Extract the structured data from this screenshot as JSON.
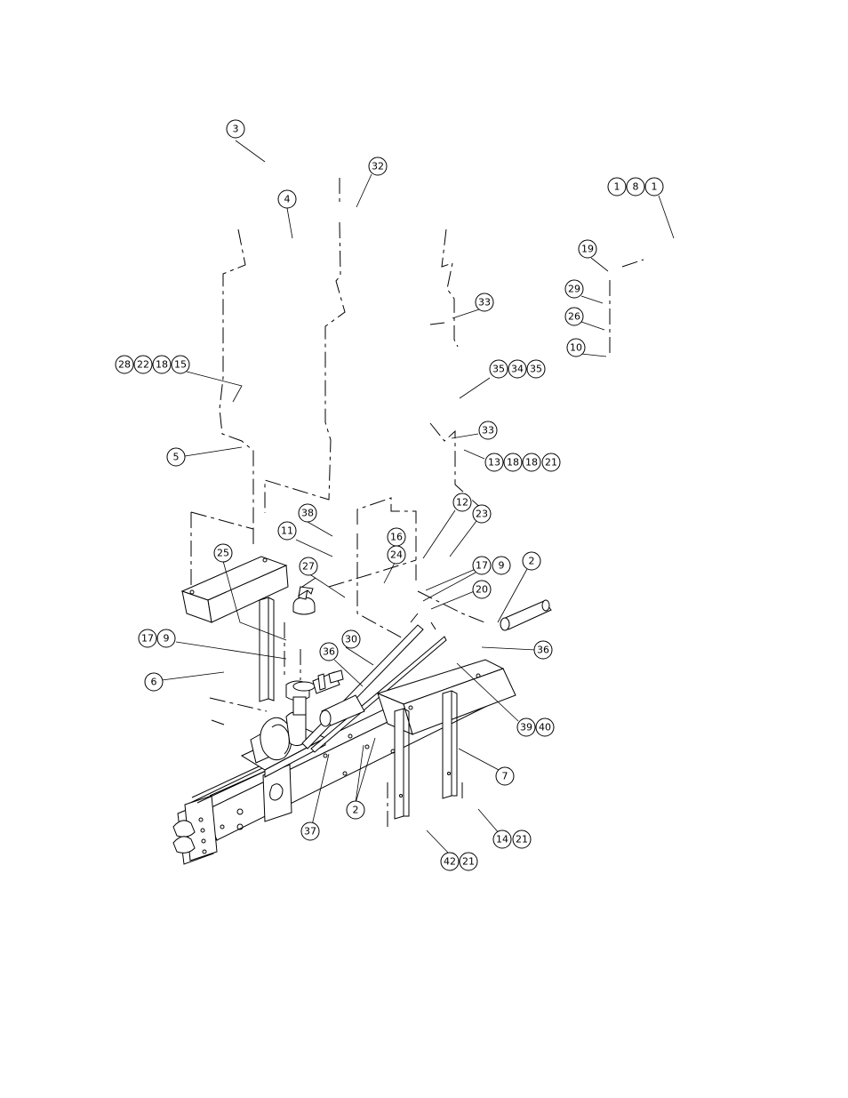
{
  "balloons": [
    {
      "id": "b-3",
      "label": "3"
    },
    {
      "id": "b-32",
      "label": "32"
    },
    {
      "id": "b-4",
      "label": "4"
    },
    {
      "id": "b-1a",
      "label": "1"
    },
    {
      "id": "b-8",
      "label": "8"
    },
    {
      "id": "b-1b",
      "label": "1"
    },
    {
      "id": "b-19",
      "label": "19"
    },
    {
      "id": "b-29",
      "label": "29"
    },
    {
      "id": "b-26",
      "label": "26"
    },
    {
      "id": "b-10",
      "label": "10"
    },
    {
      "id": "b-33a",
      "label": "33"
    },
    {
      "id": "b-28",
      "label": "28"
    },
    {
      "id": "b-22",
      "label": "22"
    },
    {
      "id": "b-18a",
      "label": "18"
    },
    {
      "id": "b-15",
      "label": "15"
    },
    {
      "id": "b-35a",
      "label": "35"
    },
    {
      "id": "b-34",
      "label": "34"
    },
    {
      "id": "b-35b",
      "label": "35"
    },
    {
      "id": "b-33b",
      "label": "33"
    },
    {
      "id": "b-5",
      "label": "5"
    },
    {
      "id": "b-13",
      "label": "13"
    },
    {
      "id": "b-18b",
      "label": "18"
    },
    {
      "id": "b-18c",
      "label": "18"
    },
    {
      "id": "b-21a",
      "label": "21"
    },
    {
      "id": "b-12",
      "label": "12"
    },
    {
      "id": "b-23",
      "label": "23"
    },
    {
      "id": "b-38",
      "label": "38"
    },
    {
      "id": "b-11",
      "label": "11"
    },
    {
      "id": "b-16",
      "label": "16"
    },
    {
      "id": "b-24",
      "label": "24"
    },
    {
      "id": "b-17a",
      "label": "17"
    },
    {
      "id": "b-9a",
      "label": "9"
    },
    {
      "id": "b-2a",
      "label": "2"
    },
    {
      "id": "b-25",
      "label": "25"
    },
    {
      "id": "b-27",
      "label": "27"
    },
    {
      "id": "b-20",
      "label": "20"
    },
    {
      "id": "b-17b",
      "label": "17"
    },
    {
      "id": "b-9b",
      "label": "9"
    },
    {
      "id": "b-30",
      "label": "30"
    },
    {
      "id": "b-36a",
      "label": "36"
    },
    {
      "id": "b-36b",
      "label": "36"
    },
    {
      "id": "b-6",
      "label": "6"
    },
    {
      "id": "b-39",
      "label": "39"
    },
    {
      "id": "b-40",
      "label": "40"
    },
    {
      "id": "b-7",
      "label": "7"
    },
    {
      "id": "b-2b",
      "label": "2"
    },
    {
      "id": "b-37",
      "label": "37"
    },
    {
      "id": "b-14",
      "label": "14"
    },
    {
      "id": "b-21b",
      "label": "21"
    },
    {
      "id": "b-42",
      "label": "42"
    },
    {
      "id": "b-21c",
      "label": "21"
    }
  ]
}
